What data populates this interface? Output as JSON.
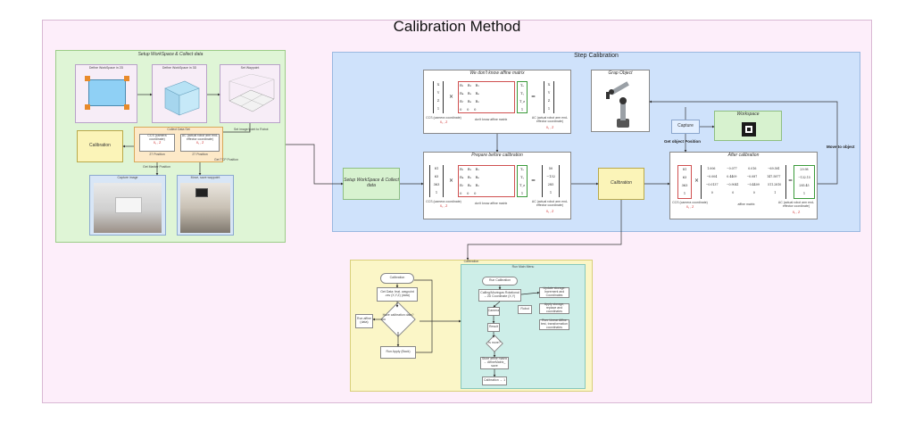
{
  "title": "Calibration Method",
  "setup_panel": {
    "title": "Setup WorkSpace & Collect data",
    "thumb_2d": "Define WorkSpace in 2D",
    "thumb_3d": "Define WorkSpace in 3D",
    "thumb_set": "Set Waypoint",
    "collect_title": "Collect Data Set",
    "calibration": "Calibration",
    "ccs_label": "CCS (camera coordinate)",
    "ccs_vars": "X₁ , Z",
    "ac_label": "AC (actual robot arm end-effector coordinate)",
    "ac_vars": "X₁ , Z",
    "count_27a": "27",
    "count_27b": "27",
    "position_a": "Position",
    "position_b": "Position",
    "capture_image": "Capture image",
    "move_label": "Move, save waypoint",
    "side_note_a": "Get Marker Position",
    "side_note_b": "Get TCP Position",
    "side_note_c": "Set image/point to Robot"
  },
  "step_panel": {
    "title": "Step Calibration",
    "top_title": "We don't know affine matrix",
    "top_ccs": "CCS (camera coordinate)",
    "top_ccs_vars": "X₁ , Z",
    "top_mid": "don't know affine matrix",
    "top_ac": "AC (actual robot arm end-effector coordinate)",
    "top_ac_vars": "X₁ , Z",
    "prep_title": "Prepare before calibration",
    "prep_ccs": "CCS (camera coordinate)",
    "prep_ccs_vars": "X₁ , Z",
    "prep_mid": "don't know affine matrix",
    "prep_ac": "AC (actual robot arm end-effector coordinate)",
    "prep_ac_vars": "X₁ , Z",
    "prep_left": [
      "81",
      "63",
      "363",
      "1"
    ],
    "prep_right": [
      "50",
      "−132",
      "285",
      "1"
    ],
    "setup_box": "Setup WorkSpace & Collect data",
    "calibration_box": "Calibration",
    "grap_object": "Grap Object",
    "capture": "Capture",
    "workspace": "Workspace",
    "get_object_position": "Get object Position",
    "after_title": "After calibration",
    "after_ccs": "CCS (camera coordinate)",
    "after_ccs_vars": "X₁ , Z",
    "after_mid": "affine matrix",
    "after_ac": "AC (actual robot arm end-effector coordinate)",
    "after_ac_vars": "X₁ , Z",
    "after_left": [
      "81",
      "63",
      "363",
      "1"
    ],
    "after_matrix": [
      [
        "1.006",
        "−0.077",
        "0.016",
        "−69.581"
      ],
      [
        "−0.004",
        "0.4409",
        "−0.087",
        "147.5877"
      ],
      [
        "−0.0137",
        "−0.9041",
        "−0.4409",
        "511.2810"
      ],
      [
        "0",
        "0",
        "0",
        "1"
      ]
    ],
    "after_right": [
      "29.98",
      "−132.15",
      "285.45",
      "1"
    ],
    "move_to_object": "Move to object"
  },
  "flow_panel": {
    "title": "Calibration",
    "teal_title": "Run Main Menu",
    "f_start": "Calibration",
    "f_step1": "Get Data: feat. waypoint .csv (X,Y,Z) (data)",
    "f_decision": "Have calibration data?",
    "f_left": "Run affine (data)",
    "f_bottom": "Run Apply (Back)",
    "t_start": "Run Calibration",
    "t_step1": "Calling/Movingas Rotational – 2D Coordinate (X,Y)",
    "t_side1": "Update storage: Increment and Coordinates",
    "t_side2": "Apply storage, replace and coordinates",
    "t_side3": "Run: Linear Affine test, transformation coordinates",
    "t_small1": "Camera",
    "t_small2": "Robot",
    "t_small3": "Result",
    "t_dec": "Is more?",
    "t_step2": "Store affine matrix → AffineMatrix_ save",
    "t_end": "Calibration → 1"
  }
}
